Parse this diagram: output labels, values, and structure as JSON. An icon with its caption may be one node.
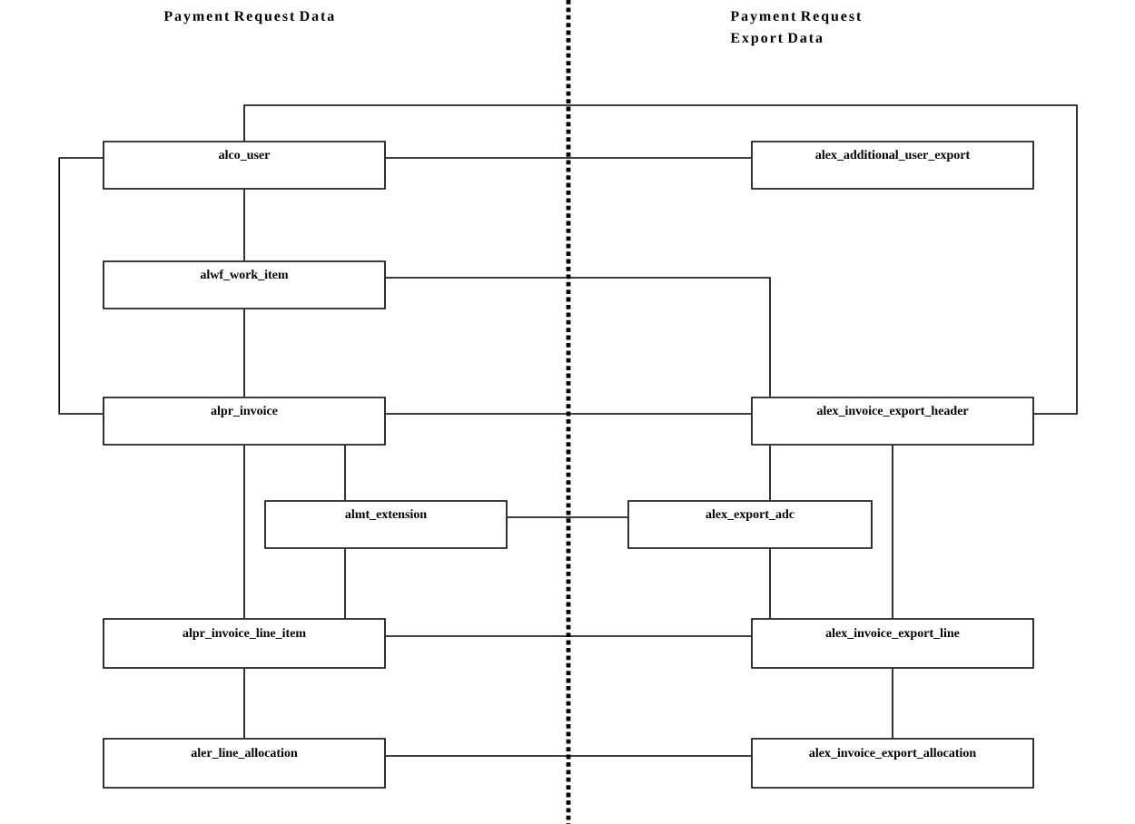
{
  "diagram": {
    "nodes": [
      {
        "text": [
          "alco_user"
        ]
      },
      {
        "text": [
          "alex_additional_user_export"
        ]
      },
      {
        "text": [
          "alwf_work_item"
        ]
      },
      {
        "text": [
          "alpr_invoice"
        ]
      },
      {
        "text": [
          "alex_invoice_export_header"
        ]
      },
      {
        "text": [
          "almt_extension"
        ]
      },
      {
        "text": [
          "alex_export_adc"
        ]
      },
      {
        "text": [
          "alpr_invoice_line_item"
        ]
      },
      {
        "text": [
          "alex_invoice_export_line"
        ]
      },
      {
        "text": [
          "aler_line_allocation"
        ]
      },
      {
        "text": [
          "alex_invoice_export_allocation"
        ]
      }
    ],
    "edges": [
      {
        "from": 0,
        "to": 1,
        "arrow": "none"
      },
      {
        "from": 0,
        "to": 2,
        "arrow": "none"
      },
      {
        "from": 0,
        "to": 3,
        "arrow": "none"
      },
      {
        "from": 0,
        "to": 4,
        "arrow": "none"
      },
      {
        "from": 2,
        "to": 3,
        "arrow": "none"
      },
      {
        "from": 2,
        "to": 4,
        "arrow": "none"
      },
      {
        "from": 3,
        "to": 4,
        "arrow": "none"
      },
      {
        "from": 3,
        "to": 5,
        "arrow": "none"
      },
      {
        "from": 3,
        "to": 7,
        "arrow": "none"
      },
      {
        "from": 4,
        "to": 6,
        "arrow": "none"
      },
      {
        "from": 4,
        "to": 8,
        "arrow": "none"
      },
      {
        "from": 5,
        "to": 6,
        "arrow": "none"
      },
      {
        "from": 5,
        "to": 7,
        "arrow": "none"
      },
      {
        "from": 6,
        "to": 8,
        "arrow": "none"
      },
      {
        "from": 7,
        "to": 8,
        "arrow": "none"
      },
      {
        "from": 7,
        "to": 9,
        "arrow": "none"
      },
      {
        "from": 8,
        "to": 10,
        "arrow": "none"
      },
      {
        "from": 9,
        "to": 10,
        "arrow": "none"
      }
    ],
    "labels": [
      "Payment Request Data",
      "Payment Request Export Data"
    ]
  }
}
